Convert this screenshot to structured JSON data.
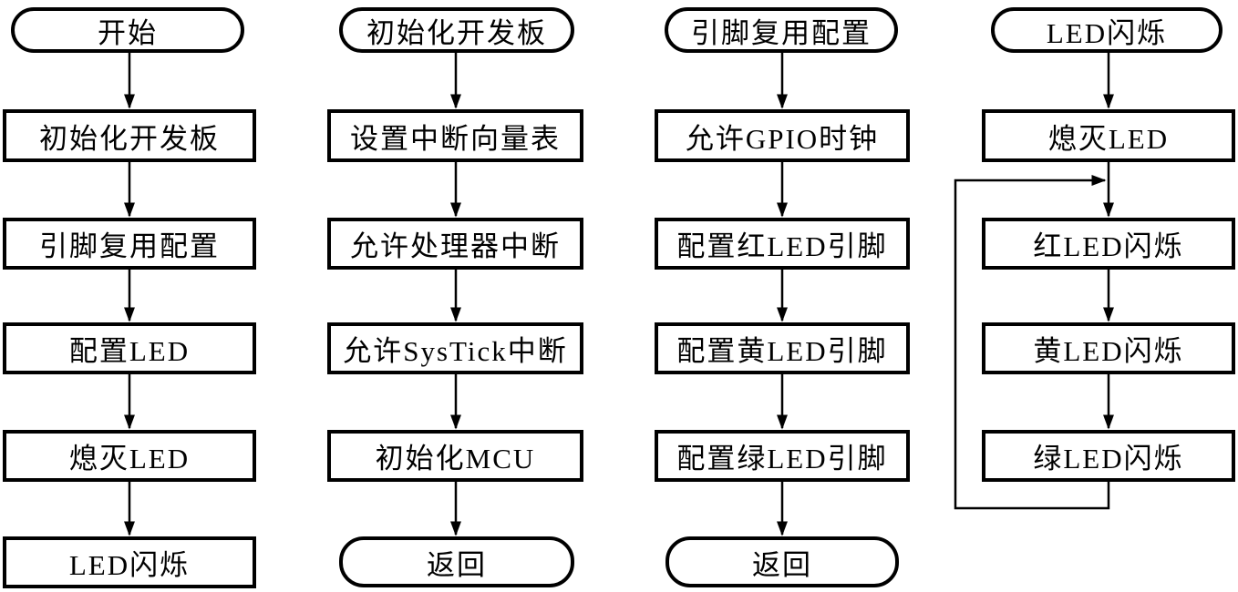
{
  "flowchart": {
    "colors": {
      "stroke": "#000000",
      "node_fill": "#ffffff",
      "background": "#ffffff"
    },
    "columns": [
      {
        "id": "main-flow",
        "nodes": [
          {
            "type": "terminal",
            "label": "开始"
          },
          {
            "type": "process",
            "label": "初始化开发板"
          },
          {
            "type": "process",
            "label": "引脚复用配置"
          },
          {
            "type": "process",
            "label": "配置LED"
          },
          {
            "type": "process",
            "label": "熄灭LED"
          },
          {
            "type": "process",
            "label": "LED闪烁"
          }
        ]
      },
      {
        "id": "init-board-subroutine",
        "nodes": [
          {
            "type": "terminal",
            "label": "初始化开发板"
          },
          {
            "type": "process",
            "label": "设置中断向量表"
          },
          {
            "type": "process",
            "label": "允许处理器中断"
          },
          {
            "type": "process",
            "label": "允许SysTick中断"
          },
          {
            "type": "process",
            "label": "初始化MCU"
          },
          {
            "type": "terminal",
            "label": "返回"
          }
        ]
      },
      {
        "id": "pin-mux-subroutine",
        "nodes": [
          {
            "type": "terminal",
            "label": "引脚复用配置"
          },
          {
            "type": "process",
            "label": "允许GPIO时钟"
          },
          {
            "type": "process",
            "label": "配置红LED引脚"
          },
          {
            "type": "process",
            "label": "配置黄LED引脚"
          },
          {
            "type": "process",
            "label": "配置绿LED引脚"
          },
          {
            "type": "terminal",
            "label": "返回"
          }
        ]
      },
      {
        "id": "led-blink-subroutine",
        "nodes": [
          {
            "type": "terminal",
            "label": "LED闪烁"
          },
          {
            "type": "process",
            "label": "熄灭LED"
          },
          {
            "type": "process",
            "label": "红LED闪烁"
          },
          {
            "type": "process",
            "label": "黄LED闪烁"
          },
          {
            "type": "process",
            "label": "绿LED闪烁"
          }
        ],
        "loop_back": {
          "from": "绿LED闪烁",
          "to": "红LED闪烁"
        }
      }
    ]
  }
}
